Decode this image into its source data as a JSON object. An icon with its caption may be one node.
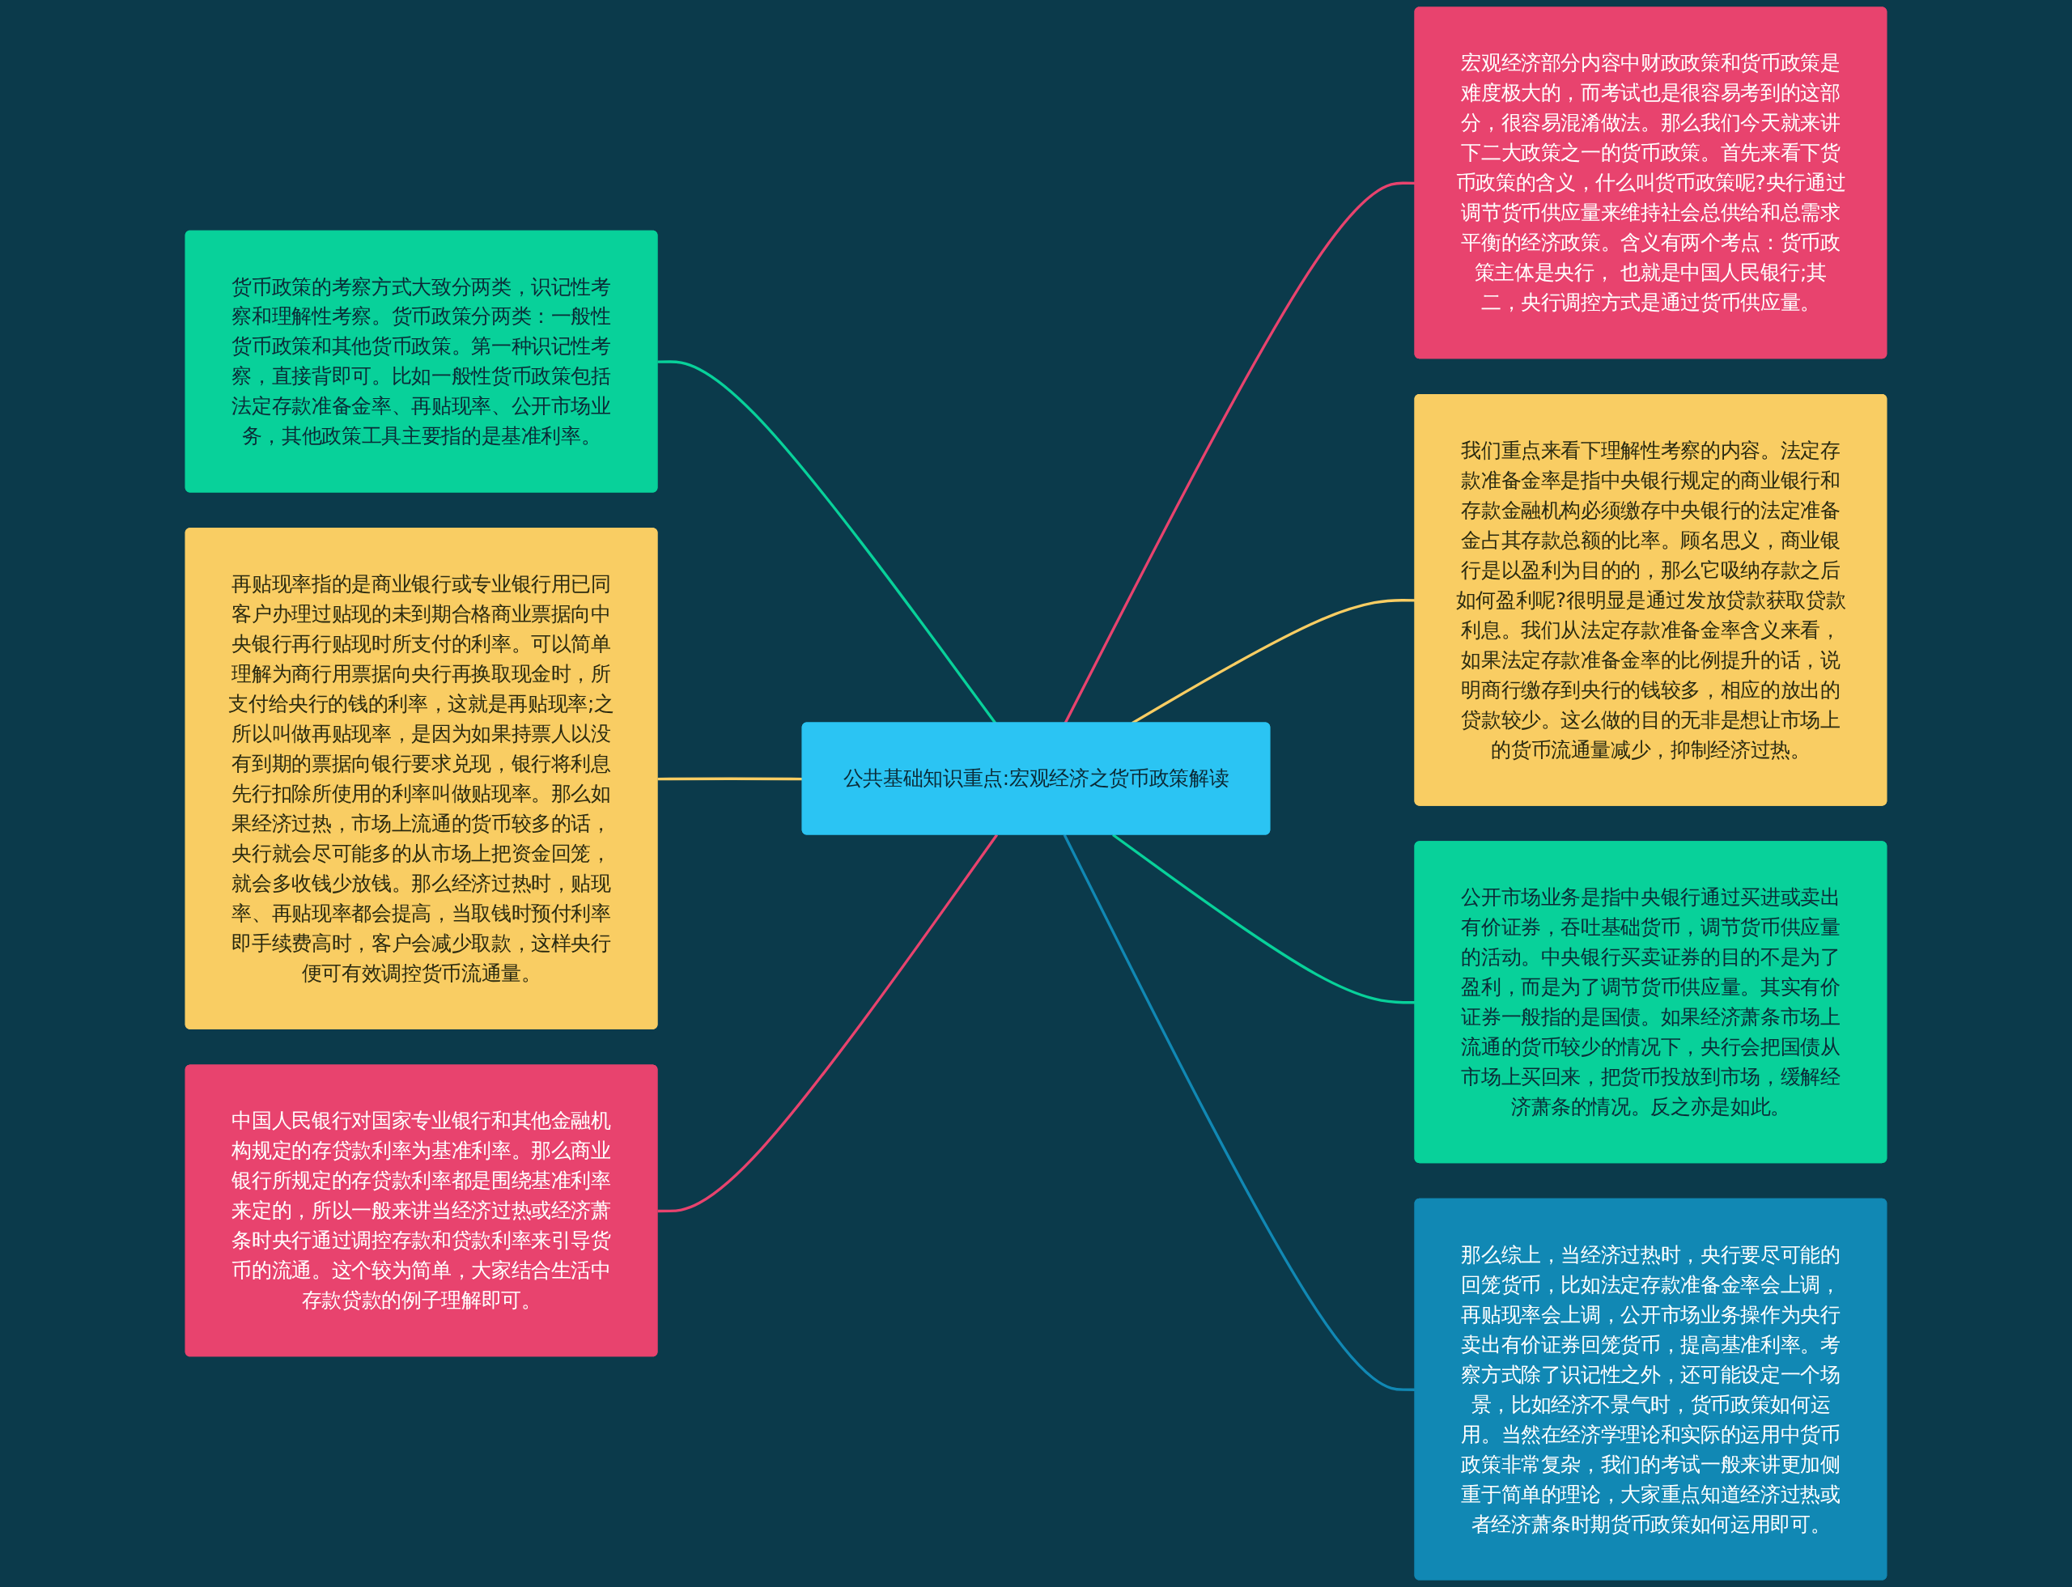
{
  "diagram": {
    "nodes": [
      {
        "text": [
          "公共基础知识重点:宏观经济之货币政策解读"
        ]
      },
      {
        "text": [
          "货币政策的考察方式大致分两类，识记性考察和理解性考察。货币政策分两类：一般性货币政策和其他货币政策。第一种识记性考察，直接背即可。比如一般性货币政策包括法定存款准备金率、再贴现率、公开市场业务，其他政策工具主要指的是基准利率。"
        ]
      },
      {
        "text": [
          "再贴现率指的是商业银行或专业银行用已同客户办理过贴现的未到期合格商业票据向中央银行再行贴现时所支付的利率。可以简单理解为商行用票据向央行再换取现金时，所支付给央行的钱的利率，这就是再贴现率;之所以叫做再贴现率，是因为如果持票人以没有到期的票据向银行要求兑现，银行将利息先行扣除所使用的利率叫做贴现率。那么如果经济过热，市场上流通的货币较多的话，央行就会尽可能多的从市场上把资金回笼，就会多收钱少放钱。那么经济过热时，贴现率、再贴现率都会提高，当取钱时预付利率即手续费高时，客户会减少取款，这样央行便可有效调控货币流通量。"
        ]
      },
      {
        "text": [
          "中国人民银行对国家专业银行和其他金融机构规定的存贷款利率为基准利率。那么商业银行所规定的存贷款利率都是围绕基准利率来定的，所以一般来讲当经济过热或经济萧条时央行通过调控存款和贷款利率来引导货币的流通。这个较为简单，大家结合生活中存款贷款的例子理解即可。"
        ]
      },
      {
        "text": [
          "宏观经济部分内容中财政政策和货币政策是难度极大的，而考试也是很容易考到的这部分，很容易混淆做法。那么我们今天就来讲下二大政策之一的货币政策。首先来看下货币政策的含义，什么叫货币政策呢?央行通过调节货币供应量来维持社会总供给和总需求平衡的经济政策。含义有两个考点：货币政策主体是央行， 也就是中国人民银行;其二，央行调控方式是通过货币供应量。"
        ]
      },
      {
        "text": [
          "我们重点来看下理解性考察的内容。法定存款准备金率是指中央银行规定的商业银行和存款金融机构必须缴存中央银行的法定准备金占其存款总额的比率。顾名思义，商业银行是以盈利为目的的，那么它吸纳存款之后如何盈利呢?很明显是通过发放贷款获取贷款利息。我们从法定存款准备金率含义来看，如果法定存款准备金率的比例提升的话，说明商行缴存到央行的钱较多，相应的放出的贷款较少。这么做的目的无非是想让市场上的货币流通量减少，抑制经济过热。"
        ]
      },
      {
        "text": [
          "公开市场业务是指中央银行通过买进或卖出有价证券，吞吐基础货币，调节货币供应量的活动。中央银行买卖证券的目的不是为了盈利，而是为了调节货币供应量。其实有价证券一般指的是国债。如果经济萧条市场上流通的货币较少的情况下，央行会把国债从市场上买回来，把货币投放到市场，缓解经济萧条的情况。反之亦是如此。"
        ]
      },
      {
        "text": [
          "那么综上，当经济过热时，央行要尽可能的回笼货币，比如法定存款准备金率会上调，再贴现率会上调，公开市场业务操作为央行卖出有价证券回笼货币，提高基准利率。考察方式除了识记性之外，还可能设定一个场景，比如经济不景气时，货币政策如何运用。当然在经济学理论和实际的运用中货币政策非常复杂，我们的考试一般来讲更加侧重于简单的理论，大家重点知道经济过热或者经济萧条时期货币政策如何运用即可。"
        ]
      }
    ],
    "edges": [
      {
        "from": 0,
        "to": 1,
        "arrow": "none",
        "color": "#08d19a"
      },
      {
        "from": 0,
        "to": 2,
        "arrow": "none",
        "color": "#f9cd63"
      },
      {
        "from": 0,
        "to": 3,
        "arrow": "none",
        "color": "#e8436e"
      },
      {
        "from": 0,
        "to": 4,
        "arrow": "none",
        "color": "#e8436e"
      },
      {
        "from": 0,
        "to": 5,
        "arrow": "none",
        "color": "#f9cd63"
      },
      {
        "from": 0,
        "to": 6,
        "arrow": "none",
        "color": "#08d19a"
      },
      {
        "from": 0,
        "to": 7,
        "arrow": "none",
        "color": "#1188b4"
      }
    ]
  }
}
